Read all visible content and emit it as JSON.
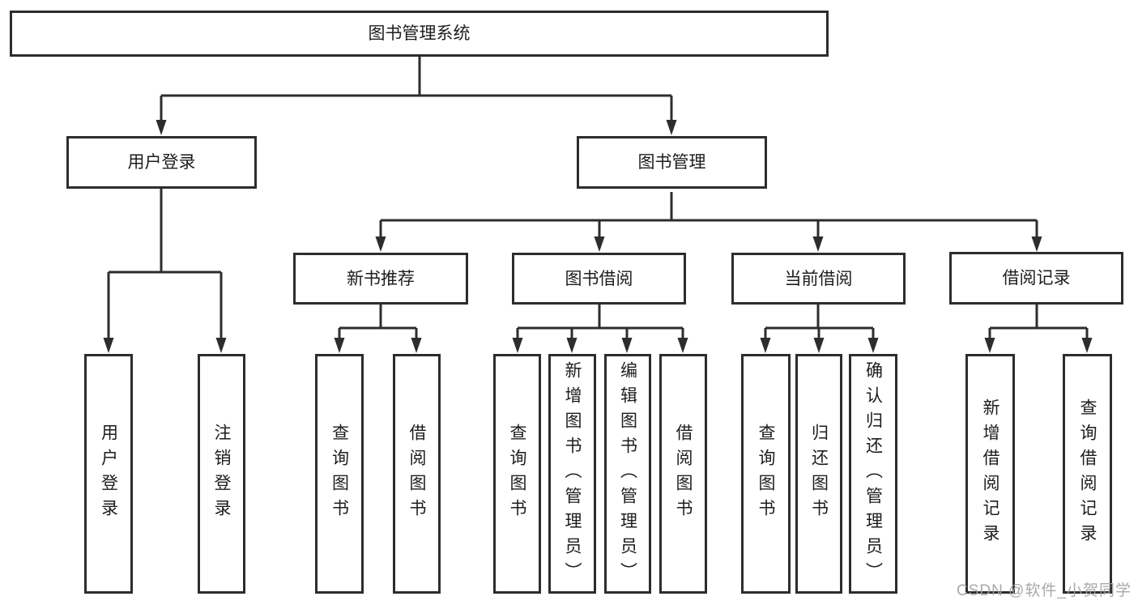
{
  "colors": {
    "background": "#ffffff",
    "line": "#2d2d2d",
    "box_border": "#2d2d2d",
    "text": "#1d1d1d",
    "watermark": "#a0a0a0"
  },
  "tree": {
    "root": {
      "label": "图书管理系统"
    },
    "user_login": {
      "label": "用户登录",
      "children": [
        {
          "label": "用户登录"
        },
        {
          "label": "注销登录"
        }
      ]
    },
    "book_mgmt": {
      "label": "图书管理",
      "sections": [
        {
          "label": "新书推荐",
          "children": [
            {
              "label": "查询图书"
            },
            {
              "label": "借阅图书"
            }
          ]
        },
        {
          "label": "图书借阅",
          "children": [
            {
              "label": "查询图书"
            },
            {
              "label": "新增图书（管理员）"
            },
            {
              "label": "编辑图书（管理员）"
            },
            {
              "label": "借阅图书"
            }
          ]
        },
        {
          "label": "当前借阅",
          "children": [
            {
              "label": "查询图书"
            },
            {
              "label": "归还图书"
            },
            {
              "label": "确认归还（管理员）"
            }
          ]
        },
        {
          "label": "借阅记录",
          "children": [
            {
              "label": "新增借阅记录"
            },
            {
              "label": "查询借阅记录"
            }
          ]
        }
      ]
    }
  },
  "watermark": {
    "text": "CSDN @软件_小贺同学"
  }
}
